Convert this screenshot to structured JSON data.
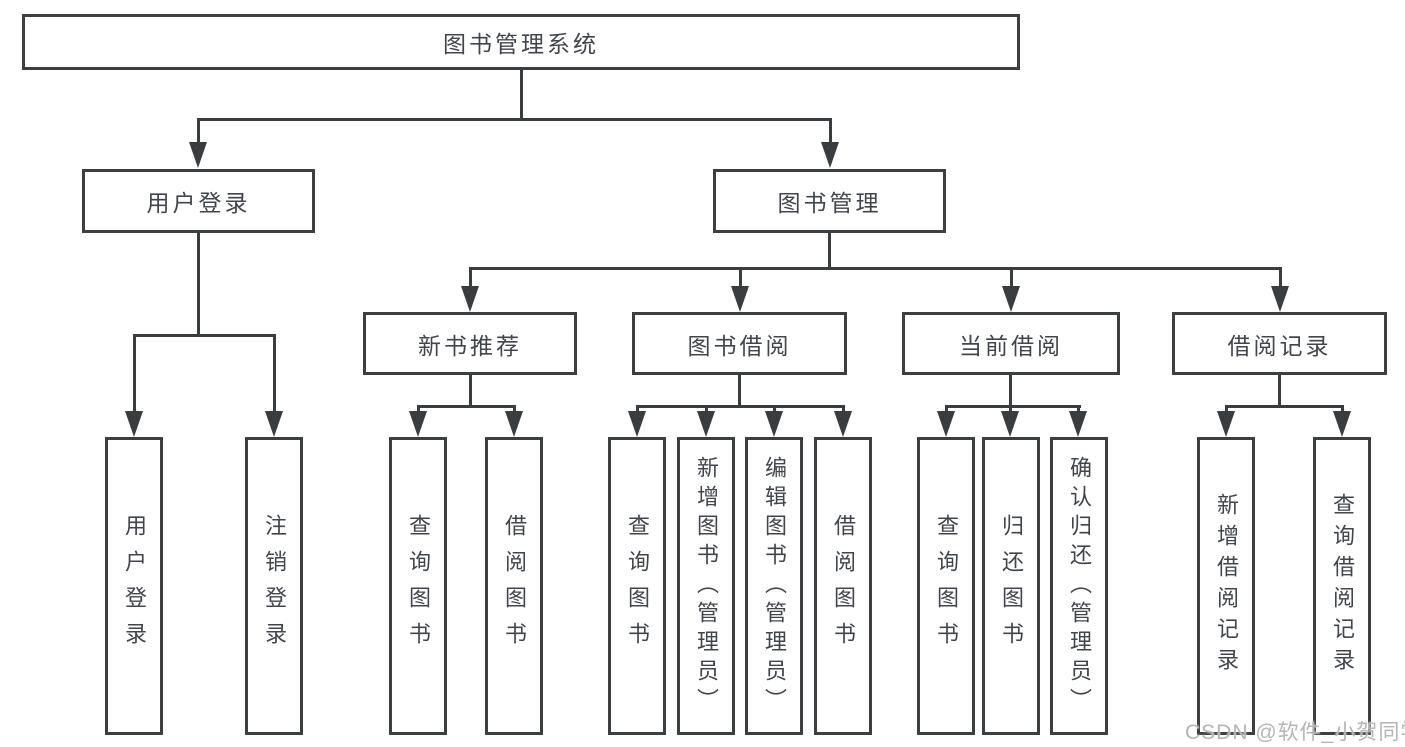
{
  "diagram_title": "图书管理系统",
  "tree": {
    "root": {
      "label": "图书管理系统"
    },
    "l2": [
      {
        "label": "用户登录"
      },
      {
        "label": "图书管理"
      }
    ],
    "l3": [
      {
        "label": "新书推荐"
      },
      {
        "label": "图书借阅"
      },
      {
        "label": "当前借阅"
      },
      {
        "label": "借阅记录"
      }
    ],
    "l4": {
      "login": [
        "用户登录",
        "注销登录"
      ],
      "newbook": [
        "查询图书",
        "借阅图书"
      ],
      "borrow": [
        "查询图书",
        "新增图书（管理员）",
        "编辑图书（管理员）",
        "借阅图书"
      ],
      "current": [
        "查询图书",
        "归还图书",
        "确认归还（管理员）"
      ],
      "records": [
        "新增借阅记录",
        "查询借阅记录"
      ]
    }
  },
  "watermark": {
    "text": "CSDN @软件_小贺同学"
  },
  "colors": {
    "line": "#3a3d40",
    "box_border": "#3c3f42",
    "text": "#41464c",
    "watermark": "#b5b5b5",
    "background": "#ffffff"
  }
}
